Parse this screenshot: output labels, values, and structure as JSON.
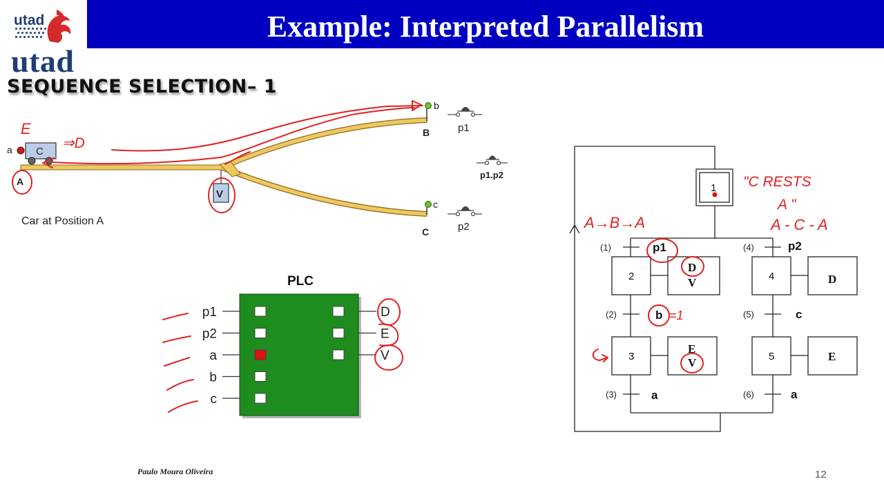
{
  "header": {
    "title": "Example: Interpreted Parallelism",
    "logo_top": "utad",
    "logo_main": "utad"
  },
  "section_heading": "SEQUENCE SELECTION– 1",
  "track": {
    "car_label": "C",
    "sensor_a": "a",
    "sensor_b": "b",
    "sensor_c": "c",
    "position_a": "A",
    "position_b": "B",
    "position_c": "C",
    "valve_label": "V",
    "button_p1": "p1",
    "button_p1p2": "p1.p2",
    "button_p2": "p2",
    "caption": "Car at Position A"
  },
  "plc": {
    "title": "PLC",
    "inputs": [
      {
        "label": "p1",
        "active": false
      },
      {
        "label": "p2",
        "active": false
      },
      {
        "label": "a",
        "active": true
      },
      {
        "label": "b",
        "active": false
      },
      {
        "label": "c",
        "active": false
      }
    ],
    "outputs": [
      {
        "label": "D",
        "active": false
      },
      {
        "label": "E",
        "active": false
      },
      {
        "label": "V",
        "active": false
      }
    ],
    "colors": {
      "board": "#1e8c1e",
      "active_led": "#e01010",
      "led": "#ffffff"
    }
  },
  "grafcet": {
    "initial_step": "1",
    "steps": [
      {
        "id": "2",
        "actions": [
          "D",
          "V"
        ]
      },
      {
        "id": "3",
        "actions": [
          "E",
          "V"
        ]
      },
      {
        "id": "4",
        "actions": [
          "D"
        ]
      },
      {
        "id": "5",
        "actions": [
          "E"
        ]
      }
    ],
    "transitions": [
      {
        "num": "(1)",
        "cond": "p1"
      },
      {
        "num": "(2)",
        "cond": "b"
      },
      {
        "num": "(3)",
        "cond": "a"
      },
      {
        "num": "(4)",
        "cond": "p2"
      },
      {
        "num": "(5)",
        "cond": "c"
      },
      {
        "num": "(6)",
        "cond": "a"
      }
    ]
  },
  "annotations": {
    "e_mark": "E",
    "d_mark": "⇒D",
    "b_eq": "=1",
    "route_1": "A→B→A",
    "note_1": "\"C RESTS",
    "note_2": "A \"",
    "route_2": "A - C - A"
  },
  "footer": {
    "author": "Paulo Moura Oliveira",
    "page": "12"
  },
  "colors": {
    "title_bar": "#0000c0",
    "rail": "#f0c860",
    "annotation": "#e02020",
    "logo": "#1f3e73"
  }
}
